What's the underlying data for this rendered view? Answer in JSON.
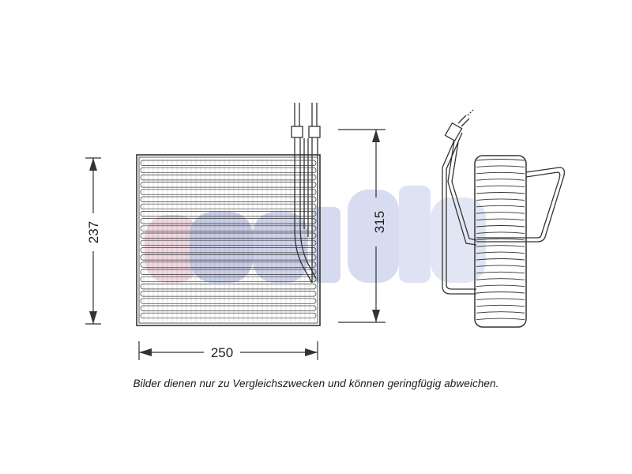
{
  "dimensions": {
    "height_left": "237",
    "width_bottom": "250",
    "height_right": "315"
  },
  "caption": "Bilder dienen nur zu Vergleichszwecken und können geringfügig abweichen.",
  "watermark": {
    "text": "akis",
    "colors": [
      "#d9b3c3",
      "#9aa6cf",
      "#b8c0e0"
    ]
  }
}
